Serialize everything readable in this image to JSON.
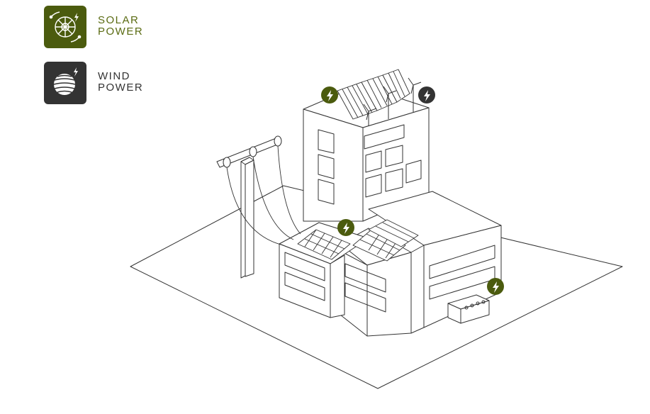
{
  "legend": {
    "solar": {
      "label": "SOLAR\nPOWER",
      "icon": "solar-sun-icon",
      "color": "#4b5b0e"
    },
    "wind": {
      "label": "WIND\nPOWER",
      "icon": "wind-globe-icon",
      "color": "#333333"
    }
  },
  "scene": {
    "markers": [
      {
        "type": "solar",
        "icon": "lightning-bolt-icon"
      },
      {
        "type": "wind",
        "icon": "lightning-bolt-icon"
      },
      {
        "type": "solar",
        "icon": "lightning-bolt-icon"
      },
      {
        "type": "solar",
        "icon": "lightning-bolt-icon"
      }
    ]
  },
  "colors": {
    "solar": "#4b5b0e",
    "wind": "#333333",
    "line": "#333333"
  }
}
